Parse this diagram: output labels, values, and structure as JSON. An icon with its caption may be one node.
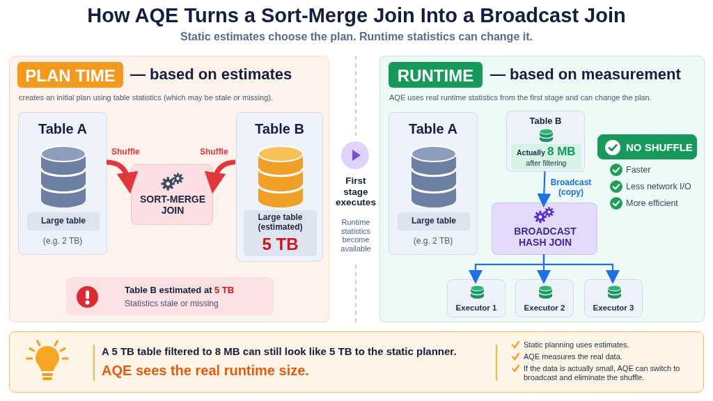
{
  "diagram": {
    "title": "How AQE Turns a Sort-Merge Join Into a Broadcast Join",
    "caption": "Static estimates choose the plan. Runtime statistics can change it.",
    "nodes": [
      {
        "text": [
          "PLAN TIME",
          "— based on estimates",
          "creates an initial plan using table statistics (which may be stale or missing)."
        ]
      },
      {
        "text": [
          "Table A",
          "Large table",
          "(e.g. 2 TB)"
        ],
        "in": 0
      },
      {
        "text": [
          "SORT-MERGE JOIN"
        ],
        "in": 0
      },
      {
        "text": [
          "Table B",
          "Large table (estimated)",
          "5 TB"
        ],
        "in": 0
      },
      {
        "text": [
          "Table B estimated at",
          "5 TB",
          "Statistics stale or missing"
        ],
        "in": 0
      },
      {
        "text": [
          "RUNTIME",
          "— based on measurement",
          "AQE uses real runtime statistics from the first stage and can change the plan."
        ]
      },
      {
        "text": [
          "Table A",
          "Large table",
          "(e.g. 2 TB)"
        ],
        "in": 5
      },
      {
        "text": [
          "Table B",
          "Actually",
          "8 MB",
          "after filtering"
        ],
        "in": 5
      },
      {
        "text": [
          "NO SHUFFLE"
        ],
        "in": 5,
        "beside": [
          "Faster",
          "Less network I/O",
          "More efficient"
        ]
      },
      {
        "text": [
          "BROADCAST HASH JOIN"
        ],
        "in": 5
      },
      {
        "text": [
          "Executor 1"
        ],
        "in": 5
      },
      {
        "text": [
          "Executor 2"
        ],
        "in": 5
      },
      {
        "text": [
          "Executor 3"
        ],
        "in": 5
      },
      {
        "text": [
          "A 5 TB table filtered to 8 MB can still look like 5 TB to the static planner.",
          "AQE sees the real runtime size."
        ]
      }
    ],
    "edges": [
      {
        "from": 1,
        "to": 2,
        "arrow": "to",
        "label": "Shuffle",
        "style": "thick",
        "color": "#e0383e"
      },
      {
        "from": 3,
        "to": 2,
        "arrow": "to",
        "label": "Shuffle",
        "style": "thick",
        "color": "#e0383e"
      },
      {
        "from": 7,
        "to": 9,
        "arrow": "to",
        "label": "Broadcast (copy)"
      },
      {
        "from": 9,
        "to": 10,
        "arrow": "to"
      },
      {
        "from": 9,
        "to": 11,
        "arrow": "to"
      },
      {
        "from": 9,
        "to": 12,
        "arrow": "to"
      }
    ],
    "labels": [
      "First stage executes",
      "Runtime statistics become available",
      "Static planning uses estimates.",
      "AQE measures the real data.",
      "If the data is actually small, AQE can switch to broadcast and eliminate the shuffle."
    ]
  }
}
